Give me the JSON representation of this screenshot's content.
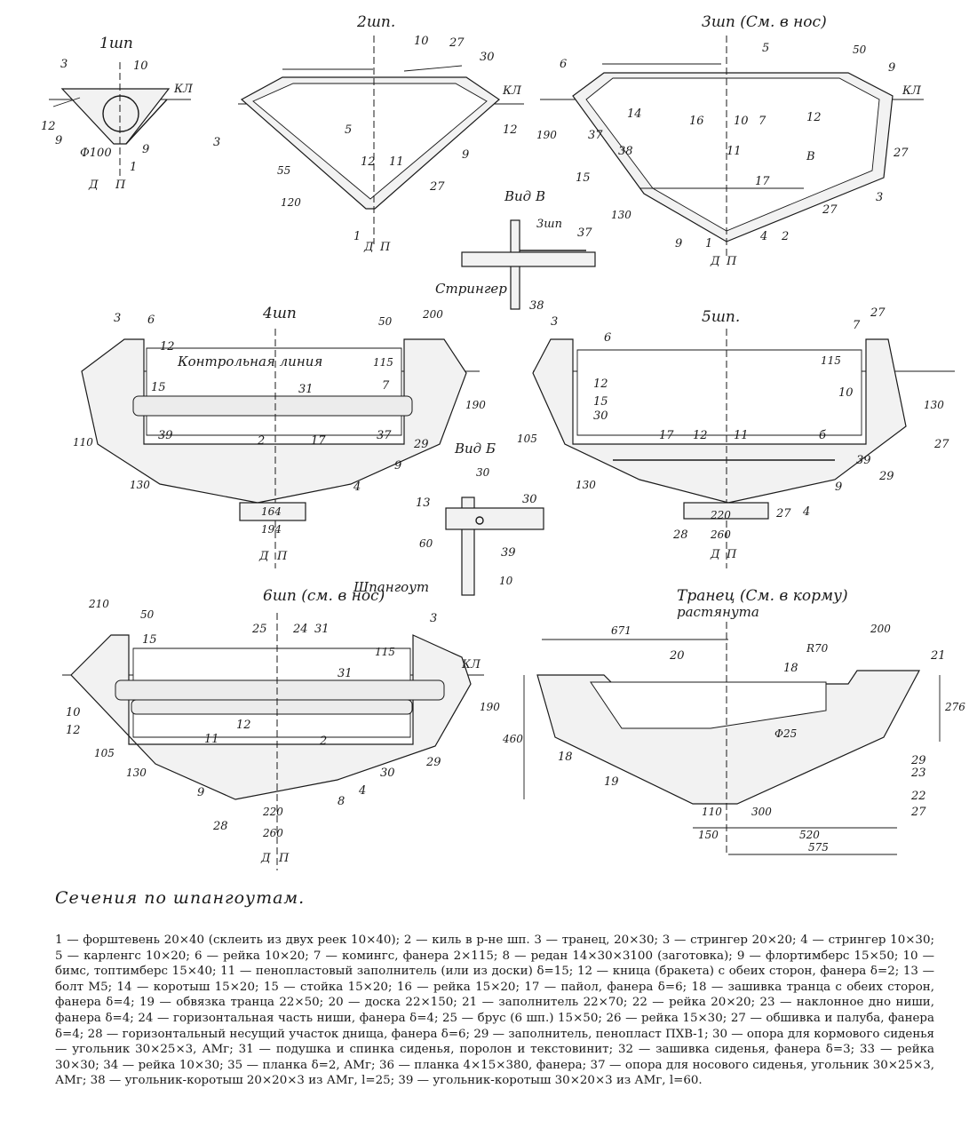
{
  "sections": {
    "s1": {
      "title": "1шп",
      "labels": [
        "3",
        "10",
        "КЛ",
        "12",
        "9",
        "9",
        "Ф100",
        "1",
        "Д",
        "П"
      ]
    },
    "s2": {
      "title": "2шп.",
      "labels": [
        "10",
        "27",
        "30",
        "КЛ",
        "3",
        "5",
        "12",
        "11",
        "12",
        "9",
        "27",
        "55",
        "120",
        "1",
        "Д",
        "П"
      ]
    },
    "s3": {
      "title": "3шп (См. в нос)",
      "labels": [
        "5",
        "50",
        "6",
        "9",
        "КЛ",
        "14",
        "16",
        "10",
        "7",
        "12",
        "190",
        "37",
        "38",
        "15",
        "11",
        "17",
        "В",
        "27",
        "3",
        "130",
        "9",
        "1",
        "4",
        "2",
        "Д",
        "П",
        "27"
      ]
    },
    "viewB": {
      "title": "Вид В",
      "labels": [
        "3шп",
        "37",
        "Стрингер",
        "38"
      ]
    },
    "s4": {
      "title": "4шп",
      "labels": [
        "3",
        "6",
        "50",
        "200",
        "Контрольная линия",
        "12",
        "15",
        "115",
        "7",
        "31",
        "190",
        "110",
        "39",
        "37",
        "2",
        "17",
        "29",
        "130",
        "9",
        "4",
        "164",
        "194",
        "Д",
        "П"
      ]
    },
    "viewБ": {
      "title": "Вид Б",
      "labels": [
        "30",
        "13",
        "30",
        "60",
        "39",
        "Шпангоут",
        "10"
      ]
    },
    "s5": {
      "title": "5шп.",
      "labels": [
        "3",
        "6",
        "27",
        "7",
        "115",
        "12",
        "15",
        "30",
        "10",
        "130",
        "б",
        "105",
        "17",
        "12",
        "11",
        "27",
        "130",
        "39",
        "29",
        "9",
        "4",
        "27",
        "28",
        "220",
        "260",
        "Д",
        "П"
      ]
    },
    "s6": {
      "title": "6шп (см. в нос)",
      "labels": [
        "210",
        "50",
        "15",
        "25",
        "24",
        "31",
        "115",
        "3",
        "КЛ",
        "190",
        "10",
        "12",
        "105",
        "11",
        "12",
        "2",
        "31",
        "29",
        "130",
        "9",
        "28",
        "30",
        "4",
        "8",
        "220",
        "260",
        "Д",
        "П"
      ]
    },
    "transom": {
      "title": "Транец (См. в корму)",
      "subtitle": "растянута",
      "labels": [
        "671",
        "200",
        "20",
        "R70",
        "21",
        "18",
        "276",
        "460",
        "Ф25",
        "29",
        "23",
        "18",
        "19",
        "22",
        "27",
        "110",
        "300",
        "150",
        "520",
        "575"
      ]
    }
  },
  "caption": "Сечения по шпангоутам.",
  "legend": "1 — форштевень 20×40 (склеить из двух реек 10×40); 2 — киль в р-не шп. 3 — транец, 20×30; 3 — стрингер 20×20; 4 — стрингер 10×30; 5 — карленгс 10×20; 6 — рейка 10×20; 7 — комингс, фанера 2×115; 8 — редан 14×30×3100 (заготовка); 9 — флортимберс 15×50; 10 — бимс, топтимберс 15×40; 11 — пенопластовый заполнитель (или из доски) δ=15; 12 — кница (бракета) с обеих сторон, фанера δ=2; 13 — болт М5; 14 — коротыш 15×20; 15 — стойка 15×20; 16 — рейка 15×20; 17 — пайол, фанера δ=6; 18 — зашивка транца с обеих сторон, фанера δ=4; 19 — обвязка транца 22×50; 20 — доска 22×150; 21 — заполнитель 22×70; 22 — рейка 20×20; 23 — наклонное дно ниши, фанера δ=4; 24 — горизонтальная часть ниши, фанера δ=4; 25 — брус (6 шп.) 15×50; 26 — рейка 15×30; 27 — обшивка и палуба, фанера δ=4; 28 — горизонтальный несущий участок днища, фанера δ=6; 29 — заполнитель, пенопласт ПХВ-1; 30 — опора для кормового сиденья — угольник 30×25×3, АМг; 31 — подушка и спинка сиденья, поролон и текстовинит; 32 — зашивка сиденья, фанера δ=3; 33 — рейка 30×30; 34 — рейка 10×30; 35 — планка δ=2, АМг; 36 — планка 4×15×380, фанера; 37 — опора для носового сиденья, угольник 30×25×3, АМг; 38 — угольник-коротыш 20×20×3 из АМг, l=25; 39 — угольник-коротыш 30×20×3 из АМг, l=60."
}
